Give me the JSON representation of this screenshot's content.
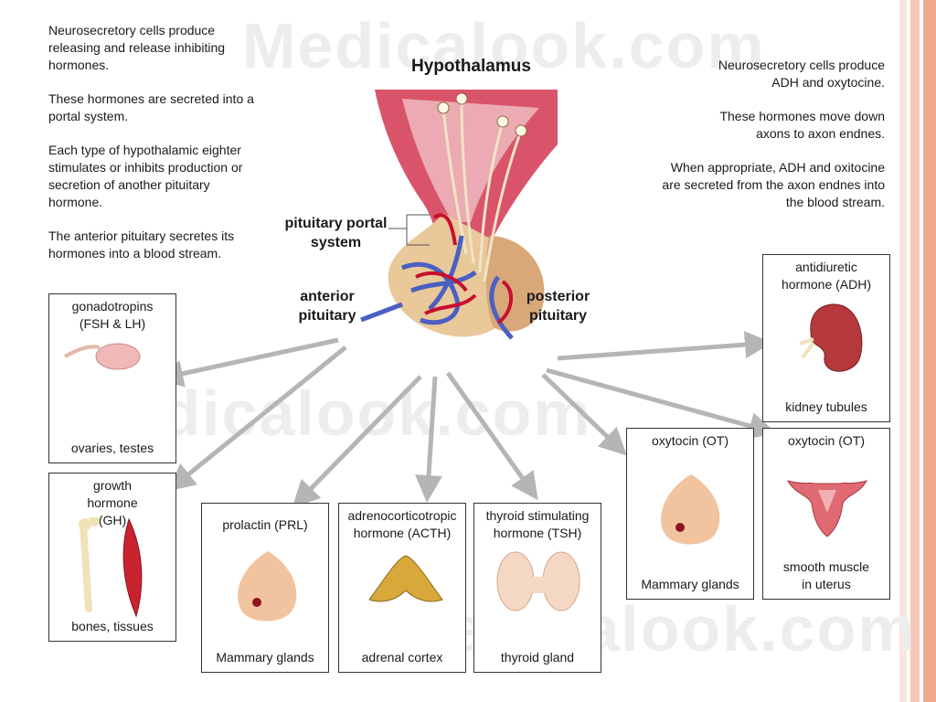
{
  "colors": {
    "stripe_light": "#fbe4dc",
    "stripe_mid": "#f6c8b6",
    "stripe_dark": "#f1a98e",
    "arrow": "#b5b5b5",
    "vein_blue": "#4a5fc1",
    "artery_red": "#c8102e"
  },
  "watermark": "Medicalook.com",
  "title": "Hypothalamus",
  "left_text": [
    "Neurosecretory cells produce releasing and release inhibiting hormones.",
    "These hormones are secreted into a portal system.",
    "Each type of hypothalamic eighter stimulates or inhibits production or secretion of another pituitary hormone.",
    "The anterior pituitary secretes its hormones into a blood stream."
  ],
  "right_text": [
    "Neurosecretory cells produce ADH and oxytocine.",
    "These hormones move down axons to axon endnes.",
    "When appropriate, ADH and oxitocine are secreted from the axon endnes into the blood stream."
  ],
  "labels": {
    "portal_system": "pituitary portal system",
    "anterior": "anterior pituitary",
    "posterior": "posterior pituitary"
  },
  "boxes": {
    "gonadotropins": {
      "hormone": "gonadotropins (FSH & LH)",
      "target": "ovaries, testes"
    },
    "growth": {
      "hormone": "growth hormone (GH)",
      "target": "bones, tissues"
    },
    "prolactin": {
      "hormone": "prolactin (PRL)",
      "target": "Mammary glands"
    },
    "acth": {
      "hormone": "adrenocorticotropic hormone (ACTH)",
      "target": "adrenal cortex"
    },
    "tsh": {
      "hormone": "thyroid stimulating hormone (TSH)",
      "target": "thyroid gland"
    },
    "oxytocin_breast": {
      "hormone": "oxytocin (OT)",
      "target": "Mammary glands"
    },
    "adh": {
      "hormone": "antidiuretic hormone (ADH)",
      "target": "kidney tubules"
    },
    "oxytocin_uterus": {
      "hormone": "oxytocin (OT)",
      "target": "smooth muscle in uterus"
    }
  }
}
